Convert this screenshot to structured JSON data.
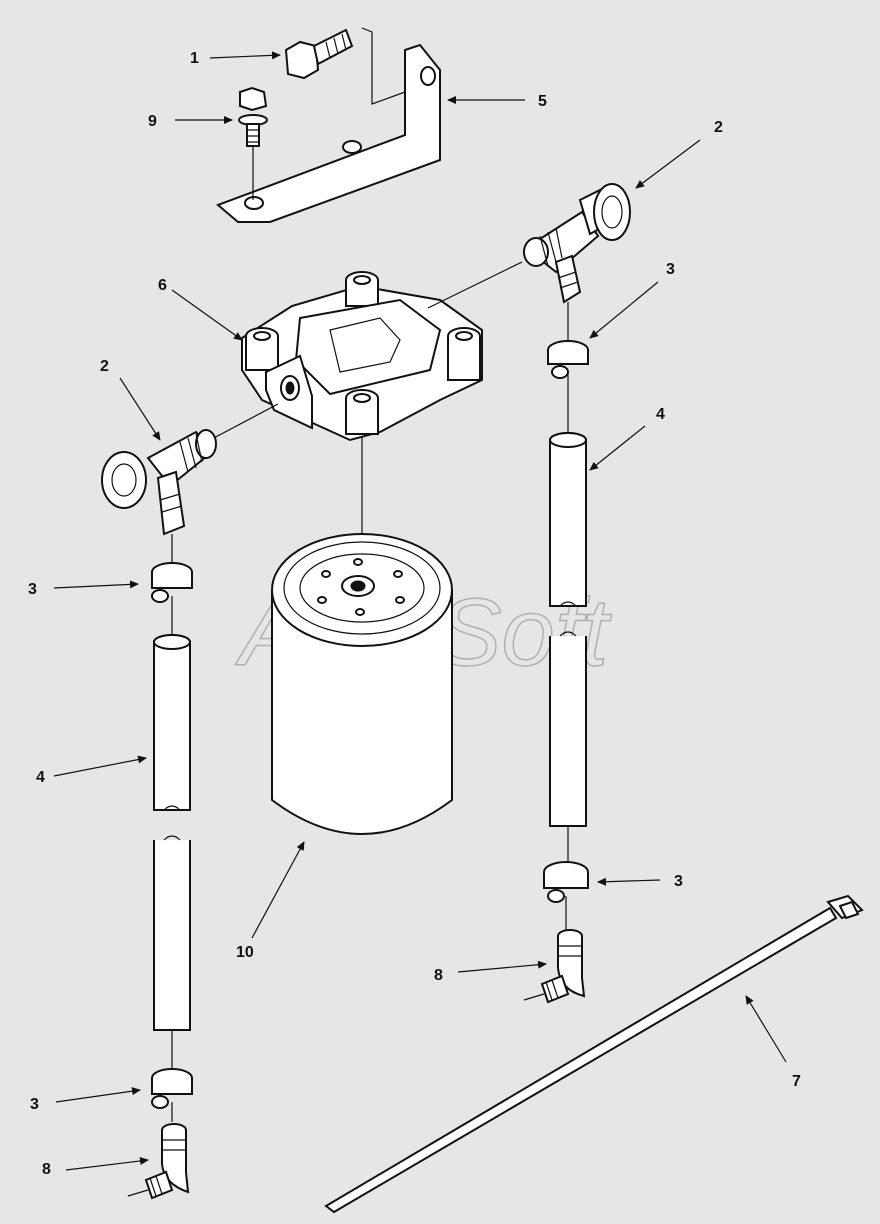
{
  "diagram": {
    "background": "#e6e6e6",
    "watermark": "AutoSoft",
    "callouts": [
      {
        "id": "c1",
        "label": "1"
      },
      {
        "id": "c2a",
        "label": "2"
      },
      {
        "id": "c2b",
        "label": "2"
      },
      {
        "id": "c3a",
        "label": "3"
      },
      {
        "id": "c3b",
        "label": "3"
      },
      {
        "id": "c3c",
        "label": "3"
      },
      {
        "id": "c3d",
        "label": "3"
      },
      {
        "id": "c4a",
        "label": "4"
      },
      {
        "id": "c4b",
        "label": "4"
      },
      {
        "id": "c5",
        "label": "5"
      },
      {
        "id": "c6",
        "label": "6"
      },
      {
        "id": "c7",
        "label": "7"
      },
      {
        "id": "c8a",
        "label": "8"
      },
      {
        "id": "c8b",
        "label": "8"
      },
      {
        "id": "c9",
        "label": "9"
      },
      {
        "id": "c10",
        "label": "10"
      }
    ]
  }
}
